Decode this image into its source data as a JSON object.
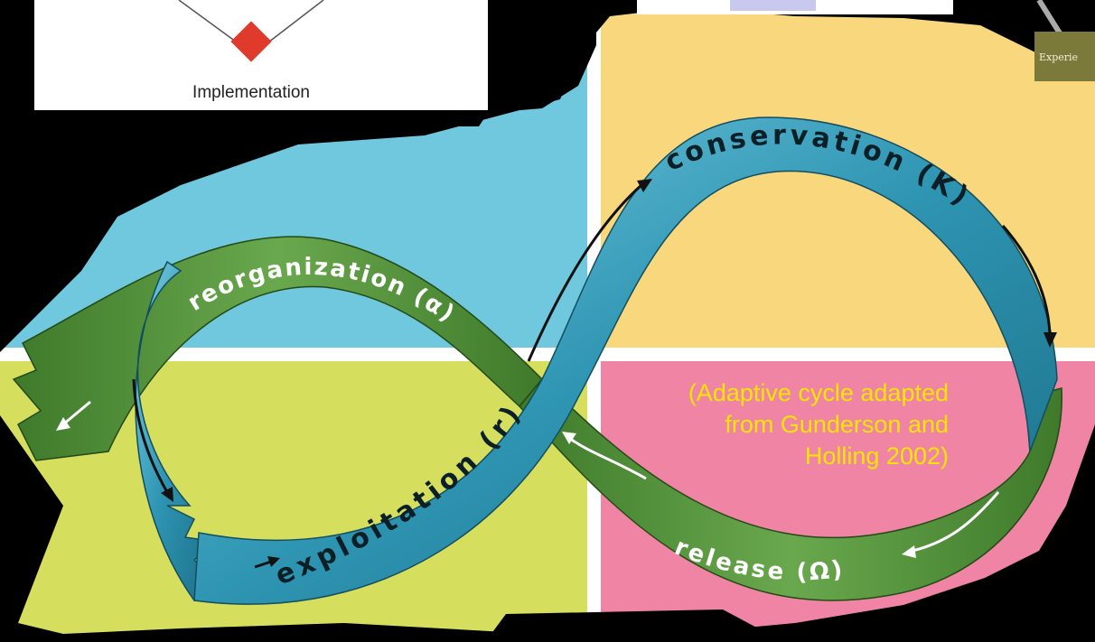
{
  "top_left_figure": {
    "label": "Implementation"
  },
  "top_right_fragment": {
    "label": "Experie"
  },
  "cycle": {
    "phases": {
      "conservation": "conservation (K)",
      "release": "release (Ω)",
      "reorganization": "reorganization (α)",
      "exploitation": "exploitation (r)"
    },
    "quadrant_colors": {
      "top_left": "#6fc8dd",
      "top_right": "#f9d77c",
      "bottom_left": "#d6de5e",
      "bottom_right": "#ef84a5"
    },
    "ribbon_colors": {
      "blue": "#2e95b2",
      "green": "#4e8a37"
    }
  },
  "caption": {
    "lines": [
      "(Adaptive cycle adapted",
      "from Gunderson and",
      "Holling 2002)"
    ],
    "color": "#ffe600"
  }
}
